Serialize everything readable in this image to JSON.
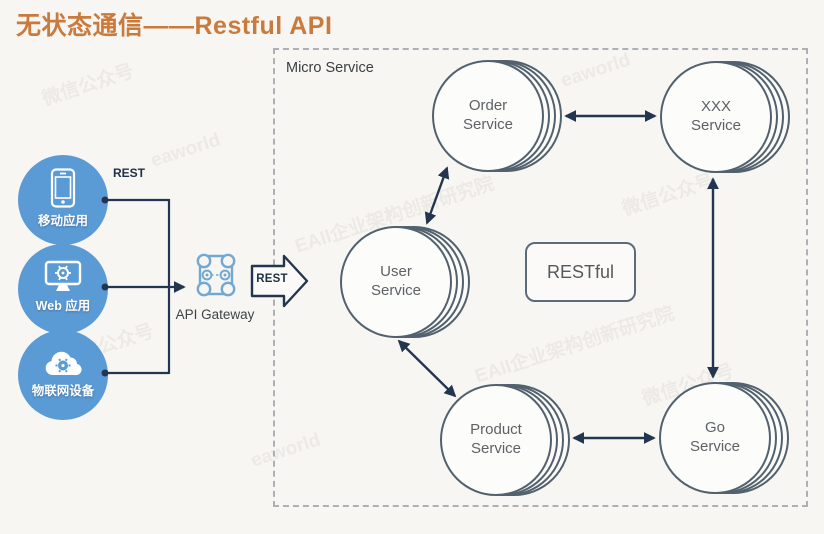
{
  "title": "无状态通信——Restful API",
  "clients": [
    {
      "label": "移动应用",
      "icon": "smartphone-icon"
    },
    {
      "label": "Web 应用",
      "icon": "monitor-gear-icon"
    },
    {
      "label": "物联网设备",
      "icon": "cloud-gear-icon"
    }
  ],
  "gateway": {
    "rest_line_label": "REST",
    "label": "API Gateway",
    "arrow_label": "REST"
  },
  "microservices": {
    "box_label": "Micro Service",
    "restful_badge": "RESTful",
    "services": [
      {
        "line1": "Order",
        "line2": "Service"
      },
      {
        "line1": "XXX",
        "line2": "Service"
      },
      {
        "line1": "User",
        "line2": "Service"
      },
      {
        "line1": "Product",
        "line2": "Service"
      },
      {
        "line1": "Go",
        "line2": "Service"
      }
    ]
  },
  "watermarks": [
    "EAII企业架构创新研究院",
    "微信公众号",
    "eaworld"
  ],
  "colors": {
    "title_orange": "#C97B3D",
    "client_blue": "#5B9BD5",
    "line_navy": "#24364F",
    "gateway_blue": "#73A9D1",
    "circle_stroke": "#53616F",
    "background": "#F7F6F3"
  }
}
